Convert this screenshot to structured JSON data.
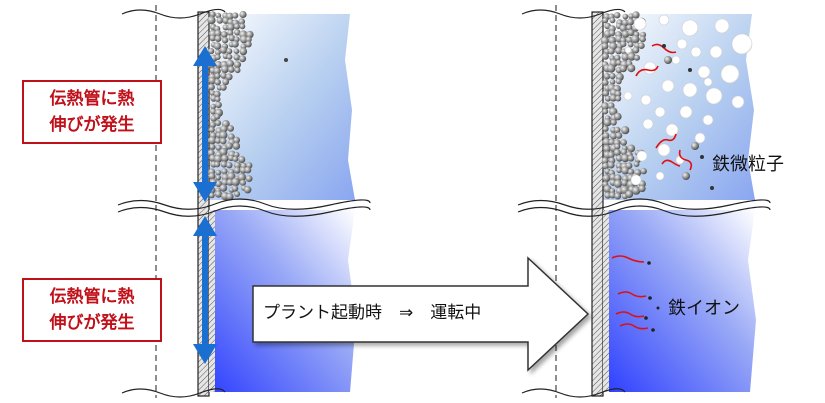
{
  "callouts": [
    {
      "line1": "伝熱管に熱",
      "line2": "伸びが発生"
    },
    {
      "line1": "伝熱管に熱",
      "line2": "伸びが発生"
    }
  ],
  "arrow_label": "プラント起動時　⇒　運転中",
  "labels": {
    "particles": "鉄微粒子",
    "ions": "鉄イオン"
  },
  "colors": {
    "callout_red": "#c0101a",
    "expansion_arrow": "#1a6fd0",
    "water_top": "#ffffff",
    "water_bottom": "#3a50ff",
    "tube_wall": "#d0d0d0",
    "ion_trail": "#e01010"
  }
}
